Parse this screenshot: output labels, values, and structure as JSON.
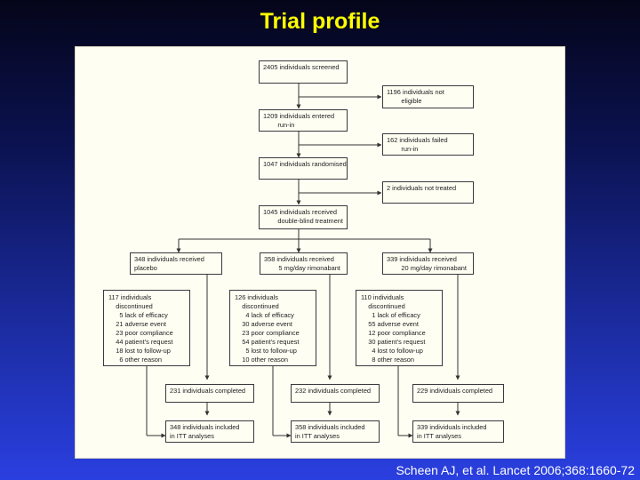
{
  "title": "Trial profile",
  "citation": "Scheen AJ, et al. Lancet 2006;368:1660-72",
  "flowchart": {
    "screened": "2405 individuals screened",
    "not_eligible": "1196 individuals not\n        eligible",
    "entered_runin": "1209 individuals entered\n        run-in",
    "failed_runin": "162 individuals failed\n        run-in",
    "randomised": "1047 individuals randomised",
    "not_treated": "2 individuals not treated",
    "received_dbt": "1045 individuals received\n        double-blind treatment",
    "arms": [
      {
        "received": "348 individuals received\nplacebo",
        "discontinued": "117 individuals\n    discontinued\n      5 lack of efficacy\n    21 adverse event\n    23 poor compliance\n    44 patient's request\n    18 lost to follow-up\n      6 other reason",
        "completed": "231 individuals completed",
        "itt": "348 individuals included\nin ITT analyses"
      },
      {
        "received": "358 individuals received\n        5 mg/day rimonabant",
        "discontinued": "126 individuals\n    discontinued\n      4 lack of efficacy\n    30 adverse event\n    23 poor compliance\n    54 patient's request\n      5 lost to follow-up\n    10 other reason",
        "completed": "232 individuals completed",
        "itt": "358 individuals included\nin ITT analyses"
      },
      {
        "received": "339 individuals received\n        20 mg/day rimonabant",
        "discontinued": "110 individuals\n    discontinued\n      1 lack of efficacy\n    55 adverse event\n    12 poor compliance\n    30 patient's request\n      4 lost to follow-up\n      8 other reason",
        "completed": "229 individuals completed",
        "itt": "339 individuals included\nin ITT analyses"
      }
    ]
  }
}
